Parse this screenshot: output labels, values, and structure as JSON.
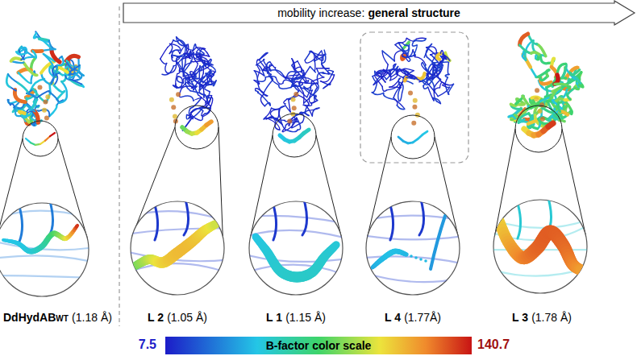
{
  "diagram": {
    "nodes": [
      {
        "text": [
          "mobility increase:",
          "general structure"
        ]
      },
      {
        "text": [
          "B-factor color scale"
        ]
      }
    ],
    "labels": [
      "DdHydAB",
      "WT",
      "(1.18 Å)",
      "L 2",
      "(1.05 Å)",
      "L 1",
      "(1.15 Å)",
      "L 4",
      "(1.77Å)",
      "L 3",
      "(1.78 Å)",
      "7.5",
      "140.7"
    ]
  }
}
